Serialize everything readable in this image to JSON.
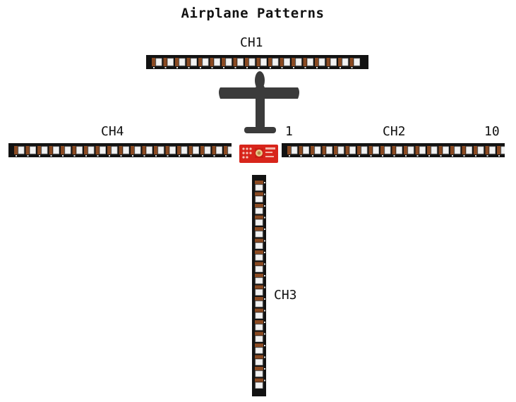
{
  "title": "Airplane Patterns",
  "channels": {
    "ch1": "CH1",
    "ch2": "CH2",
    "ch3": "CH3",
    "ch4": "CH4"
  },
  "index_labels": {
    "first": "1",
    "last": "10"
  },
  "colors": {
    "strip": "#121212",
    "led_frame": "#8a4a22",
    "led_body": "#f2f2f2",
    "plane": "#3b3b3b",
    "board": "#d8251b"
  },
  "icons": [
    "airplane-icon",
    "controller-board-icon"
  ]
}
